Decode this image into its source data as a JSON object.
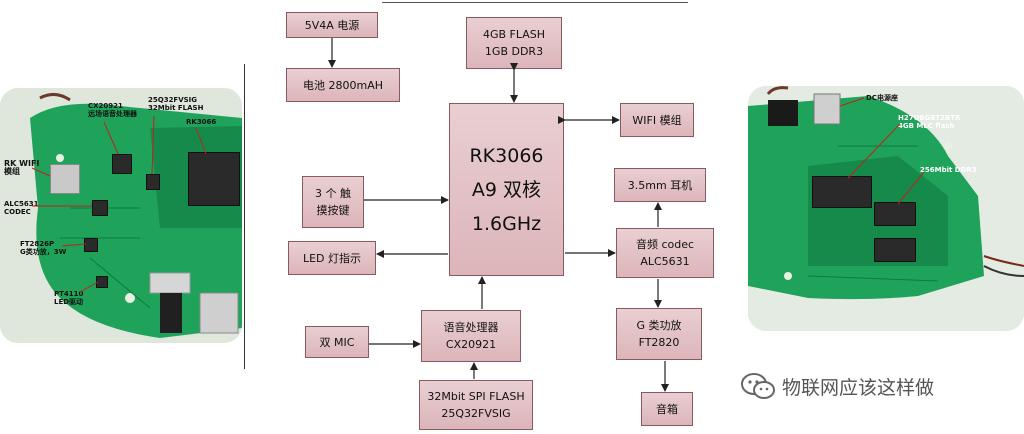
{
  "diagram": {
    "boxes": {
      "power_supply": "5V4A 电源",
      "battery": "电池 2800mAH",
      "flash_ddr": [
        "4GB FLASH",
        "1GB DDR3"
      ],
      "soc": [
        "RK3066",
        "A9 双核",
        "1.6GHz"
      ],
      "wifi": "WIFI 模组",
      "touch_keys": [
        "3 个 触",
        "摸按键"
      ],
      "headphone": "3.5mm 耳机",
      "led": "LED 灯指示",
      "codec": [
        "音频 codec",
        "ALC5631"
      ],
      "dual_mic": "双 MIC",
      "voice_processor": [
        "语音处理器",
        "CX20921"
      ],
      "amplifier": [
        "G 类功放",
        "FT2820"
      ],
      "spi_flash": [
        "32Mbit SPI FLASH",
        "25Q32FVSIG"
      ],
      "speaker": "音箱"
    }
  },
  "left_photo_labels": {
    "cx20921": [
      "CX20921",
      "远场语音处理器"
    ],
    "spi_flash": [
      "25Q32FVSIG",
      "32Mbit FLASH"
    ],
    "rk3066": "RK3066",
    "wifi": [
      "RK WIFI",
      "模组"
    ],
    "codec": [
      "ALC5631",
      "CODEC"
    ],
    "amp": [
      "FT2826P",
      "G类功放，3W"
    ],
    "led_driver": [
      "PT4110",
      "LED驱动"
    ]
  },
  "right_photo_labels": {
    "dc": "DC电源座",
    "flash": [
      "H27UBG8T2BTR",
      "4GB MLC flash"
    ],
    "ddr": "256Mbit DDR3"
  },
  "watermark": "物联网应该这样做",
  "colors": {
    "box_fill": "#e0bfc2",
    "box_border": "#8a5a60",
    "pcb_green": "#1fa35a",
    "leader_red": "#c02020"
  }
}
